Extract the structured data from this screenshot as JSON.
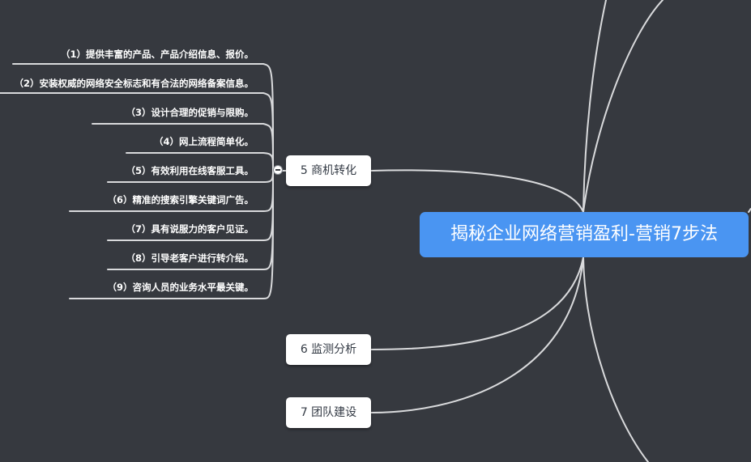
{
  "root": {
    "label": "揭秘企业网络营销盈利-营销7步法"
  },
  "branches": [
    {
      "label": "5 商机转化"
    },
    {
      "label": "6 监测分析"
    },
    {
      "label": "7 团队建设"
    }
  ],
  "leaves": [
    {
      "label": "（1）提供丰富的产品、产品介绍信息、报价。"
    },
    {
      "label": "（2）安装权威的网络安全标志和有合法的网络备案信息。"
    },
    {
      "label": "（3）设计合理的促销与限购。"
    },
    {
      "label": "（4）网上流程简单化。"
    },
    {
      "label": "（5）有效利用在线客服工具。"
    },
    {
      "label": "（6）精准的搜索引擎关键词广告。"
    },
    {
      "label": "（7）具有说服力的客户见证。"
    },
    {
      "label": "（8）引导老客户进行转介绍。"
    },
    {
      "label": "（9）咨询人员的业务水平最关键。"
    }
  ],
  "colors": {
    "background": "#36393f",
    "root_fill": "#4a95f2",
    "branch_fill": "#ffffff",
    "connector": "#d9dadc"
  }
}
